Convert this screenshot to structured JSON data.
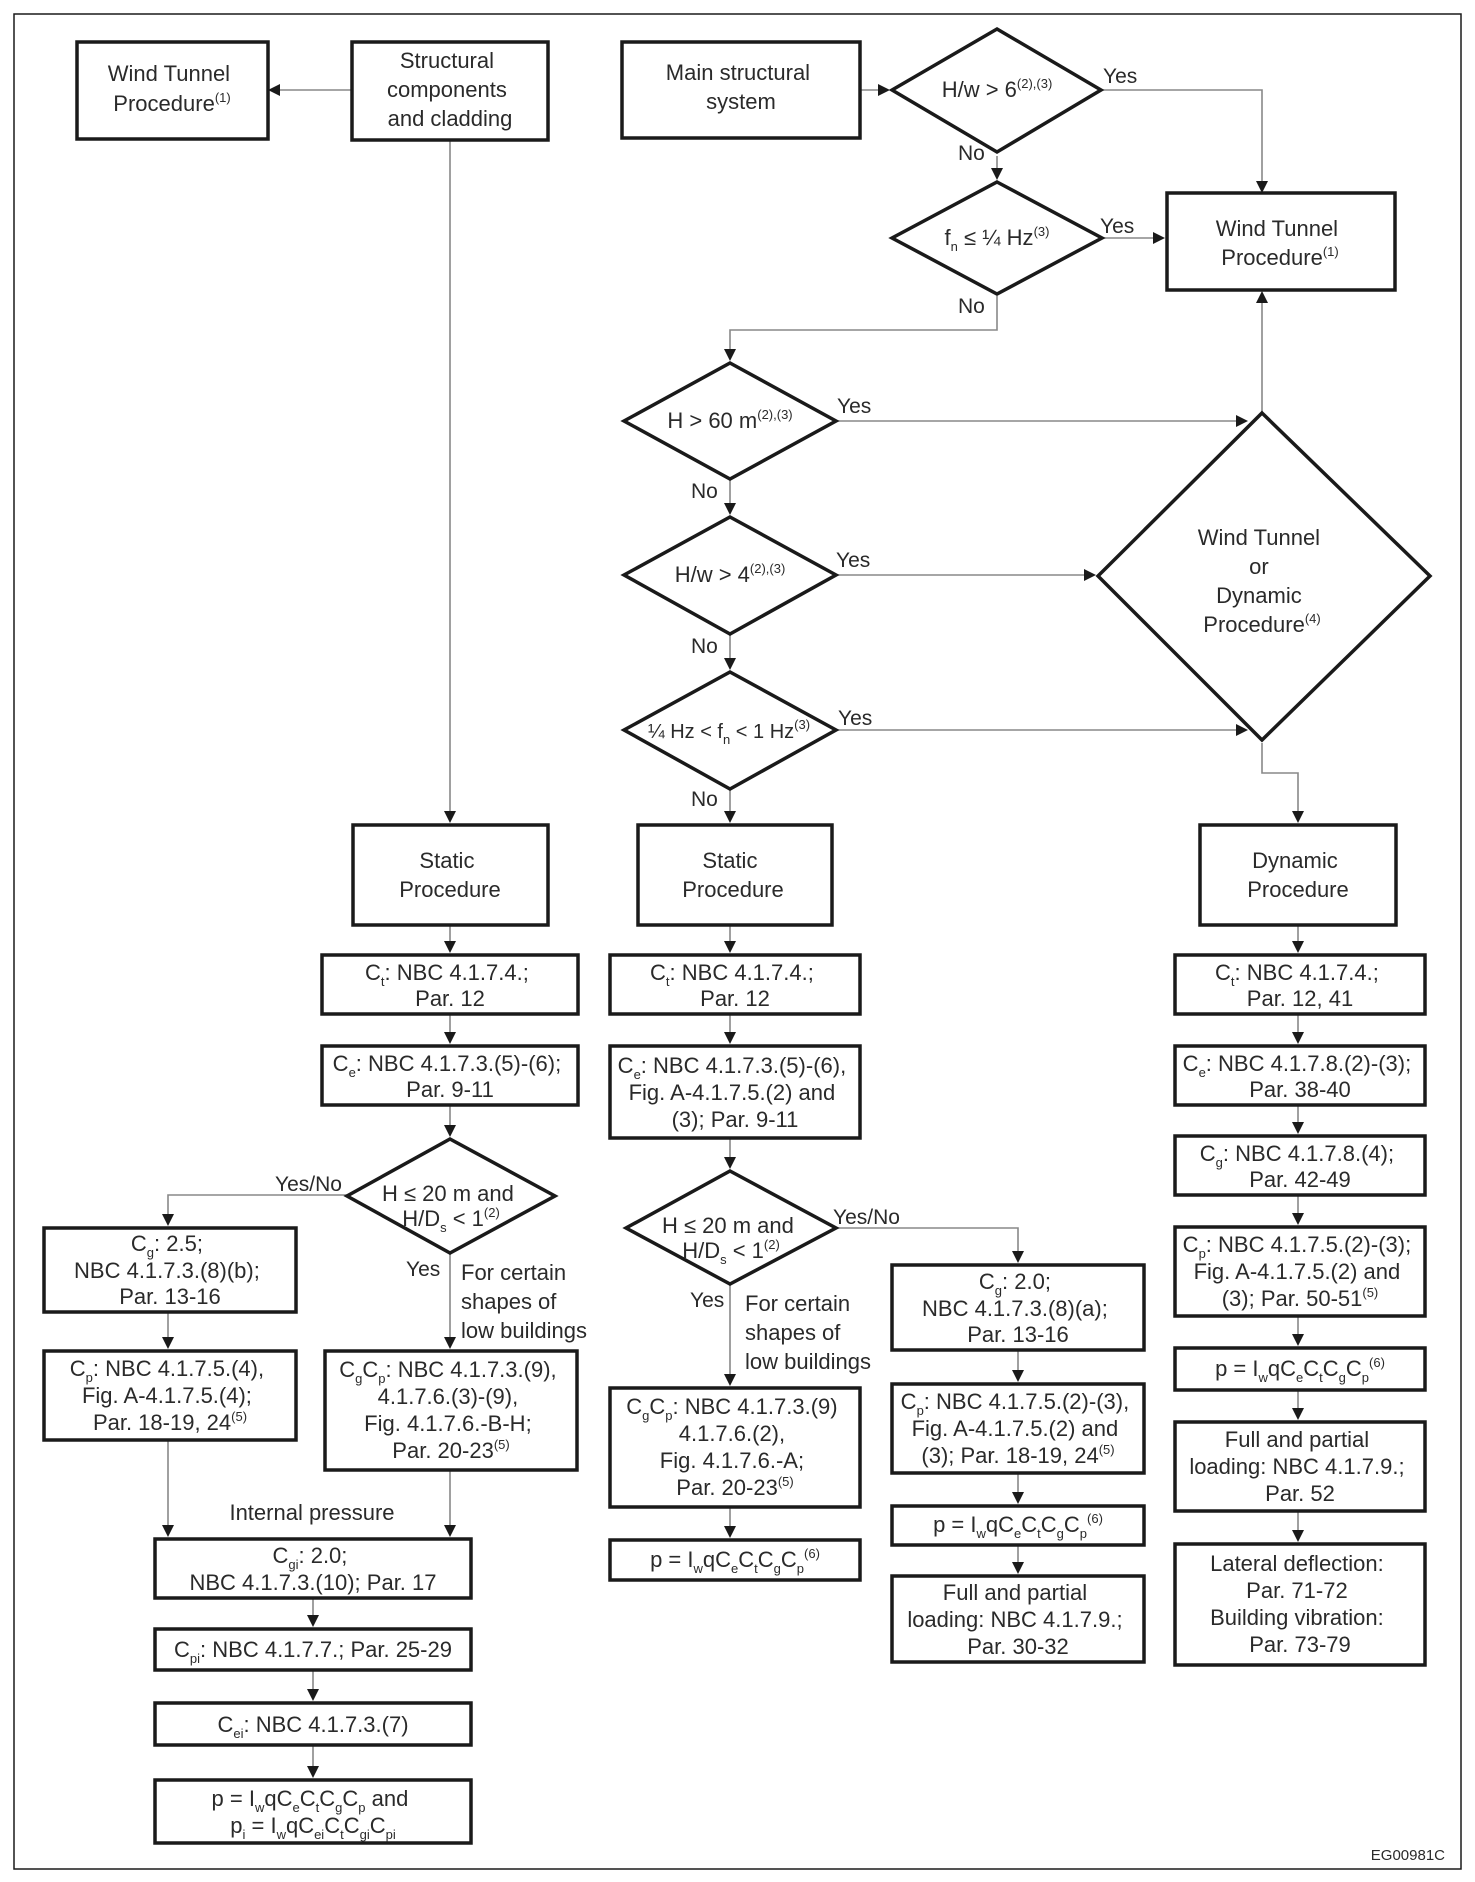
{
  "figure_code": "EG00981C",
  "arrow_labels": {
    "yes": "Yes",
    "no": "No",
    "yes_no": "Yes/No"
  },
  "left_column": {
    "wind_tunnel": {
      "line1": "Wind Tunnel",
      "line2": "Procedure",
      "note": "(1)"
    },
    "components": {
      "line1": "Structural",
      "line2": "components",
      "line3": "and cladding"
    },
    "static_procedure": {
      "line1": "Static",
      "line2": "Procedure"
    },
    "ct": {
      "line1_sym": "C",
      "line1_sub": "t",
      "line1_rest": ": NBC 4.1.7.4.;",
      "line2": "Par. 12"
    },
    "ce": {
      "line1_sym": "C",
      "line1_sub": "e",
      "line1_rest": ": NBC 4.1.7.3.(5)-(6);",
      "line2": "Par. 9-11"
    },
    "decision": {
      "line1": "H ≤ 20 m and",
      "line2_a": "H/D",
      "line2_sub": "s",
      "line2_b": " < 1",
      "line2_note": "(2)"
    },
    "shapes_note": {
      "line1": "For certain",
      "line2": "shapes of",
      "line3": "low buildings"
    },
    "cg": {
      "line1_sym": "C",
      "line1_sub": "g",
      "line1_rest": ": 2.5;",
      "line2": "NBC 4.1.7.3.(8)(b);",
      "line3": "Par. 13-16"
    },
    "cp": {
      "line1_sym": "C",
      "line1_sub": "p",
      "line1_rest": ": NBC 4.1.7.5.(4),",
      "line2": "Fig. A-4.1.7.5.(4);",
      "line3": "Par. 18-19, 24",
      "line3_note": "(5)"
    },
    "cgcp": {
      "line1_a": "C",
      "line1_s1": "g",
      "line1_b": "C",
      "line1_s2": "p",
      "line1_rest": ": NBC 4.1.7.3.(9),",
      "line2": "4.1.7.6.(3)-(9),",
      "line3": "Fig. 4.1.7.6.-B-H;",
      "line4": "Par. 20-23",
      "line4_note": "(5)"
    },
    "internal_pressure": "Internal pressure",
    "cgi": {
      "line1_sym": "C",
      "line1_sub": "gi",
      "line1_rest": ": 2.0;",
      "line2": "NBC 4.1.7.3.(10); Par. 17"
    },
    "cpi": {
      "sym": "C",
      "sub": "pi",
      "rest": ": NBC 4.1.7.7.; Par. 25-29"
    },
    "cei": {
      "sym": "C",
      "sub": "ei",
      "rest": ": NBC 4.1.7.3.(7)"
    },
    "final": {
      "line1": [
        "p = I",
        "w",
        "qC",
        "e",
        "C",
        "t",
        "C",
        "g",
        "C",
        "p",
        " and"
      ],
      "line2": [
        "p",
        "i",
        " = I",
        "w",
        "qC",
        "ei",
        "C",
        "t",
        "C",
        "gi",
        "C",
        "pi"
      ]
    }
  },
  "middle_column": {
    "main_system": {
      "line1": "Main structural",
      "line2": "system"
    },
    "d1": {
      "text": "H/w > 6",
      "note": "(2),(3)"
    },
    "d2": {
      "a": "f",
      "sub": "n",
      "b": " ≤ ¼ Hz",
      "note": "(3)"
    },
    "d3": {
      "text": "H > 60 m",
      "note": "(2),(3)"
    },
    "d4": {
      "text": "H/w > 4",
      "note": "(2),(3)"
    },
    "d5": {
      "a": "¼ Hz < f",
      "sub": "n",
      "b": " < 1 Hz",
      "note": "(3)"
    },
    "static_procedure": {
      "line1": "Static",
      "line2": "Procedure"
    },
    "ct": {
      "line1_sym": "C",
      "line1_sub": "t",
      "line1_rest": ": NBC 4.1.7.4.;",
      "line2": "Par. 12"
    },
    "ce": {
      "line1_sym": "C",
      "line1_sub": "e",
      "line1_rest": ": NBC 4.1.7.3.(5)-(6),",
      "line2": "Fig. A-4.1.7.5.(2) and",
      "line3": "(3); Par. 9-11"
    },
    "decision": {
      "line1": "H ≤ 20 m and",
      "line2_a": "H/D",
      "line2_sub": "s",
      "line2_b": " < 1",
      "line2_note": "(2)"
    },
    "shapes_note": {
      "line1": "For certain",
      "line2": "shapes of",
      "line3": "low buildings"
    },
    "cgcp": {
      "line1_a": "C",
      "line1_s1": "g",
      "line1_b": "C",
      "line1_s2": "p",
      "line1_rest": ": NBC 4.1.7.3.(9)",
      "line2": "4.1.7.6.(2),",
      "line3": "Fig. 4.1.7.6.-A;",
      "line4": "Par. 20-23",
      "line4_note": "(5)"
    },
    "final": [
      "p = I",
      "w",
      "qC",
      "e",
      "C",
      "t",
      "C",
      "g",
      "C",
      "p",
      "(6)"
    ],
    "cg": {
      "line1_sym": "C",
      "line1_sub": "g",
      "line1_rest": ": 2.0;",
      "line2": "NBC 4.1.7.3.(8)(a);",
      "line3": "Par. 13-16"
    },
    "cp": {
      "line1_sym": "C",
      "line1_sub": "p",
      "line1_rest": ": NBC 4.1.7.5.(2)-(3),",
      "line2": "Fig. A-4.1.7.5.(2) and",
      "line3": "(3); Par. 18-19, 24",
      "line3_note": "(5)"
    },
    "p_formula": [
      "p = I",
      "w",
      "qC",
      "e",
      "C",
      "t",
      "C",
      "g",
      "C",
      "p",
      "(6)"
    ],
    "loading": {
      "line1": "Full and partial",
      "line2": "loading: NBC 4.1.7.9.;",
      "line3": "Par. 30-32"
    }
  },
  "right_column": {
    "wind_tunnel": {
      "line1": "Wind Tunnel",
      "line2": "Procedure",
      "note": "(1)"
    },
    "wind_or_dynamic": {
      "line1": "Wind Tunnel",
      "line2": "or",
      "line3": "Dynamic",
      "line4": "Procedure",
      "note": "(4)"
    },
    "dynamic_procedure": {
      "line1": "Dynamic",
      "line2": "Procedure"
    },
    "ct": {
      "line1_sym": "C",
      "line1_sub": "t",
      "line1_rest": ": NBC 4.1.7.4.;",
      "line2": "Par. 12, 41"
    },
    "ce": {
      "line1_sym": "C",
      "line1_sub": "e",
      "line1_rest": ": NBC 4.1.7.8.(2)-(3);",
      "line2": "Par. 38-40"
    },
    "cg": {
      "line1_sym": "C",
      "line1_sub": "g",
      "line1_rest": ": NBC 4.1.7.8.(4);",
      "line2": "Par. 42-49"
    },
    "cp": {
      "line1_sym": "C",
      "line1_sub": "p",
      "line1_rest": ": NBC 4.1.7.5.(2)-(3);",
      "line2": "Fig. A-4.1.7.5.(2) and",
      "line3": "(3); Par. 50-51",
      "line3_note": "(5)"
    },
    "p_formula": [
      "p = I",
      "w",
      "qC",
      "e",
      "C",
      "t",
      "C",
      "g",
      "C",
      "p",
      "(6)"
    ],
    "loading": {
      "line1": "Full and partial",
      "line2": "loading: NBC 4.1.7.9.;",
      "line3": "Par. 52"
    },
    "deflection": {
      "line1": "Lateral deflection:",
      "line2": "Par. 71-72",
      "line3": "Building vibration:",
      "line4": "Par. 73-79"
    }
  }
}
